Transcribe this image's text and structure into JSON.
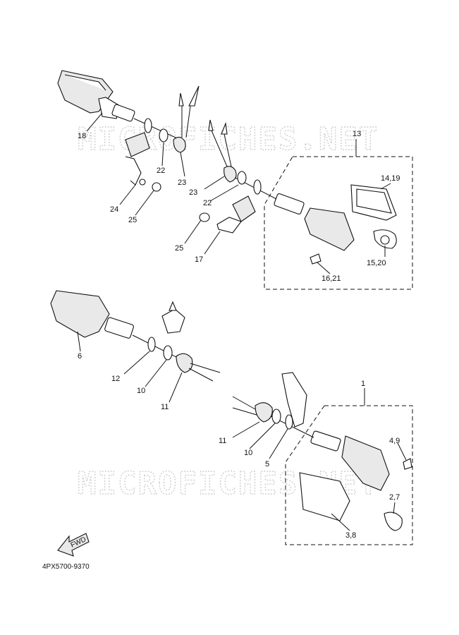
{
  "watermark": {
    "top": "MICROFICHES.NET",
    "bottom": "MICROFICHES.NET"
  },
  "labels": {
    "l1": "1",
    "l13": "13",
    "l18": "18",
    "l22a": "22",
    "l23a": "23",
    "l23b": "23",
    "l22b": "22",
    "l24": "24",
    "l25a": "25",
    "l25b": "25",
    "l17": "17",
    "l14_19": "14,19",
    "l15_20": "15,20",
    "l16_21": "16,21",
    "l6": "6",
    "l12": "12",
    "l10a": "10",
    "l11a": "11",
    "l11b": "11",
    "l10b": "10",
    "l5": "5",
    "l4_9": "4,9",
    "l2_7": "2,7",
    "l3_8": "3,8"
  },
  "fwd_label": "FWD",
  "part_code": "4PX5700-9370"
}
